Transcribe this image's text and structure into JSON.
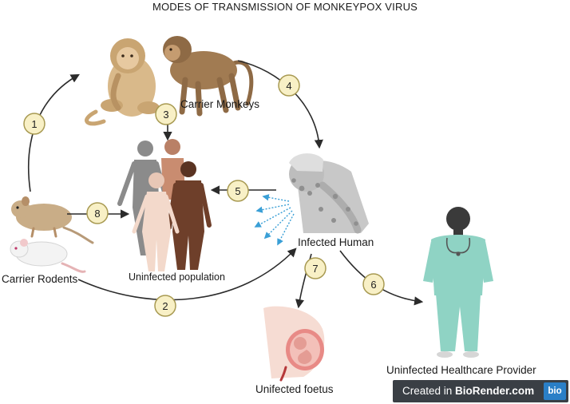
{
  "title": "MODES OF TRANSMISSION OF MONKEYPOX VIRUS",
  "labels": {
    "carrier_monkeys": "Carrier Monkeys",
    "carrier_rodents": "Carrier Rodents",
    "infected_human": "Infected Human",
    "uninfected_population": "Uninfected population",
    "uninfected_healthcare_provider": "Uninfected Healthcare Provider",
    "unifected_foetus": "Unifected foetus"
  },
  "steps": [
    "1",
    "2",
    "3",
    "4",
    "5",
    "6",
    "7",
    "8"
  ],
  "badge": {
    "prefix": "Created in ",
    "brand": "BioRender.com",
    "logo": "bio"
  },
  "colors": {
    "step_circle_fill": "#f8f0c6",
    "step_circle_stroke": "#a89a52",
    "arrow": "#2b2b2b",
    "badge_bg": "#3a3f45",
    "logo_bg": "#2a7fc7",
    "droplets": "#3a9fd6",
    "scrubs": "#8fd3c4",
    "lesion": "#9a9a9a"
  }
}
